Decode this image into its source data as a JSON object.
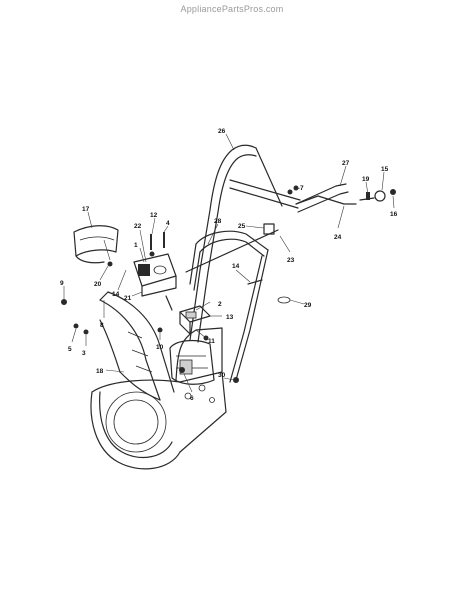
{
  "watermark": "AppliancePartsPros.com",
  "callouts": [
    {
      "id": "c1",
      "label": "1"
    },
    {
      "id": "c2",
      "label": "2"
    },
    {
      "id": "c3",
      "label": "3"
    },
    {
      "id": "c4",
      "label": "4"
    },
    {
      "id": "c5",
      "label": "5"
    },
    {
      "id": "c6",
      "label": "6"
    },
    {
      "id": "c7",
      "label": "7"
    },
    {
      "id": "c8",
      "label": "8"
    },
    {
      "id": "c9",
      "label": "9"
    },
    {
      "id": "c10",
      "label": "10"
    },
    {
      "id": "c11",
      "label": "11"
    },
    {
      "id": "c12",
      "label": "12"
    },
    {
      "id": "c13",
      "label": "13"
    },
    {
      "id": "c14a",
      "label": "14"
    },
    {
      "id": "c14b",
      "label": "14"
    },
    {
      "id": "c15",
      "label": "15"
    },
    {
      "id": "c16",
      "label": "16"
    },
    {
      "id": "c17",
      "label": "17"
    },
    {
      "id": "c18",
      "label": "18"
    },
    {
      "id": "c19",
      "label": "19"
    },
    {
      "id": "c20",
      "label": "20"
    },
    {
      "id": "c21",
      "label": "21"
    },
    {
      "id": "c22",
      "label": "22"
    },
    {
      "id": "c23",
      "label": "23"
    },
    {
      "id": "c24",
      "label": "24"
    },
    {
      "id": "c25",
      "label": "25"
    },
    {
      "id": "c26",
      "label": "26"
    },
    {
      "id": "c27",
      "label": "27"
    },
    {
      "id": "c28",
      "label": "28"
    },
    {
      "id": "c29",
      "label": "29"
    },
    {
      "id": "c30",
      "label": "30"
    }
  ]
}
